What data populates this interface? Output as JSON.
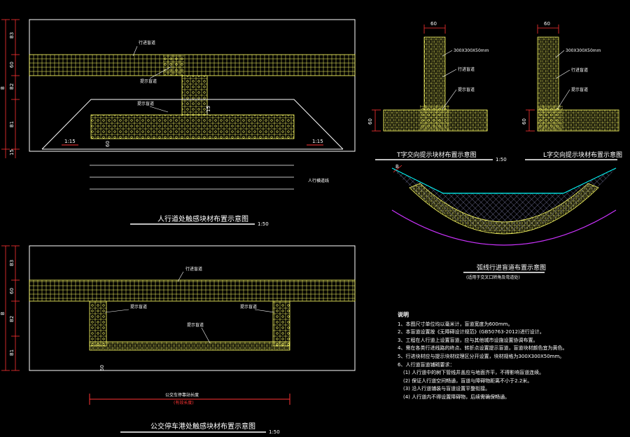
{
  "colors": {
    "background": "#000000",
    "outline": "#ffffff",
    "tile": "#ffff66",
    "dim": "#ff3333",
    "dim_text": "#ffffff",
    "curb_cyan": "#00ffff",
    "curb_magenta": "#cc33ff",
    "hatch": "#9999cc"
  },
  "drawings": {
    "crossing": {
      "title": "人行道处触感块材布置示意图",
      "scale": "1:50",
      "dims_left": [
        "B3",
        "60",
        "B2",
        "B",
        "B1",
        "15"
      ],
      "slope_left": "1:15",
      "slope_right": "1:15",
      "dim_60": "60",
      "dim_15": "15",
      "label_go": "行进盲道",
      "label_warn1": "提示盲道",
      "label_warn2": "提示盲道",
      "road_label": "人行横道线"
    },
    "bus_stop": {
      "title": "公交停车港处触感块材布置示意图",
      "scale": "1:50",
      "dims_left": [
        "B3",
        "60",
        "B2",
        "B",
        "B1"
      ],
      "dim_60": "60",
      "label_go": "行进盲道",
      "label_warn_left": "提示盲道",
      "label_warn_right": "提示盲道",
      "label_warn_bottom": "提示盲道",
      "platform_label": "公交车停靠站长度",
      "platform_sub": "(有效长度)"
    },
    "t_junction": {
      "title": "T字交向提示块材布置示意图",
      "scale": "1:50",
      "dim_top": "60",
      "dim_side": "60",
      "spec": "300X300X50mm",
      "label_go": "行进盲道",
      "label_warn": "提示盲道"
    },
    "l_junction": {
      "title": "L字交向提示块材布置示意图",
      "dim_top": "60",
      "dim_side": "60",
      "spec": "300X300X50mm",
      "label_go": "行进盲道",
      "label_warn": "提示盲道"
    },
    "arc": {
      "title": "弧线行进盲道布置示意图",
      "subtitle": "(适用于交叉口转角及弯道处)",
      "dim_b": "B"
    }
  },
  "notes": {
    "title": "说明",
    "items": [
      "1、本图尺寸单位均以毫米计，盲道宽度为600mm。",
      "2、本盲道设置按《无障碍设计规范》(GB50763-2012)进行设计。",
      "3、工程在人行道上设置盲道，应与其他城市设施设置协调布置。",
      "4、需在各类行进线路的终点、转折点设置提示盲道，盲道块材颜色宜为黄色。",
      "5、行进块材应与提示块材纹理区分开设置，块材规格为300X300X50mm。",
      "6、人行道盲道铺砌要求：",
      "(1) 人行道中的树下管线井盖应与地面齐平，不得影响盲道连续。",
      "(2) 保证人行道空间畅通，盲道与障碍物距离不小于2.2米。",
      "(3) 沿人行道铺装与盲道设置平整衔接。",
      "(4) 人行道内不得设置障碍物，后续需确保畅通。"
    ]
  }
}
